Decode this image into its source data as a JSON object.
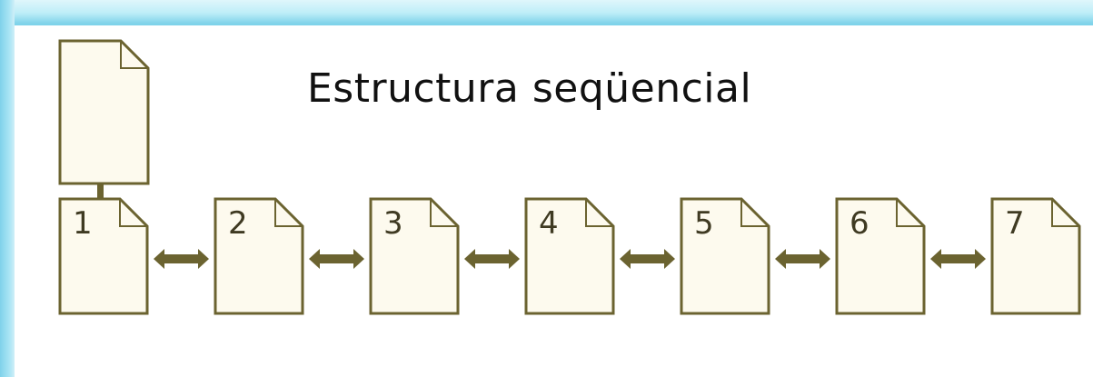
{
  "title": "Estructura seqüencial",
  "pages": [
    "1",
    "2",
    "3",
    "4",
    "5",
    "6",
    "7"
  ],
  "colors": {
    "page_fill": "#fdfaee",
    "page_stroke": "#6b6330",
    "connector": "#6b6330",
    "background": "#ffffff",
    "border": "#7fd3ea"
  }
}
